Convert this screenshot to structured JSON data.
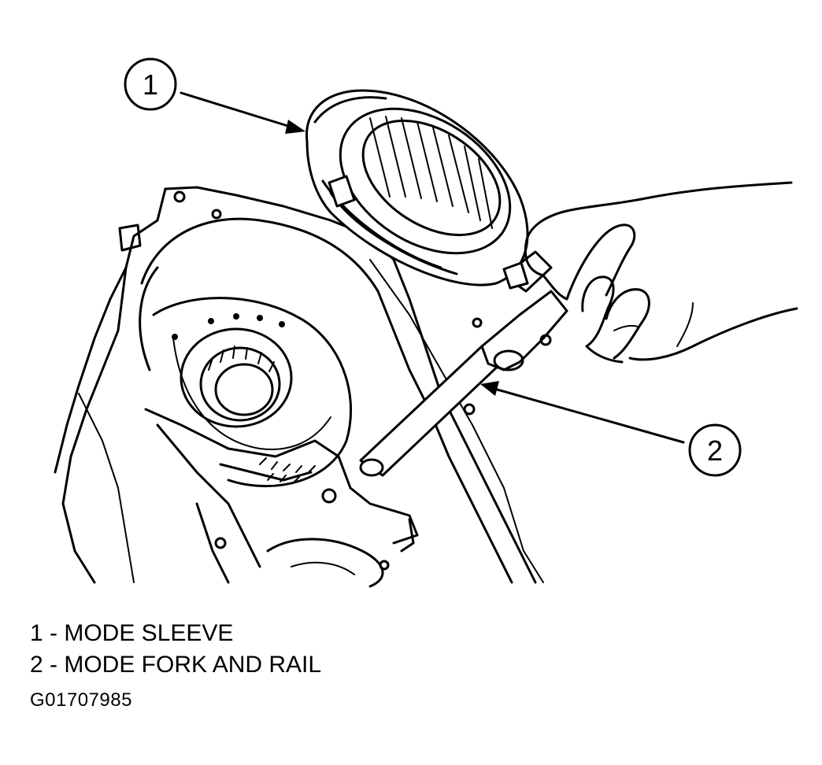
{
  "figure": {
    "callouts": [
      {
        "number": "1",
        "label": "MODE SLEEVE"
      },
      {
        "number": "2",
        "label": "MODE FORK AND RAIL"
      }
    ],
    "legend": [
      "1 - MODE SLEEVE",
      "2 - MODE FORK AND RAIL"
    ],
    "figure_code": "G01707985"
  },
  "colors": {
    "ink": "#000000",
    "paper": "#ffffff"
  }
}
